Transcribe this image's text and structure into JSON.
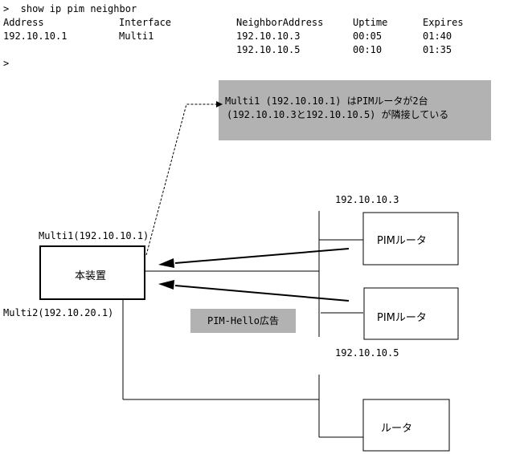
{
  "terminal": {
    "command_line": ">  show ip pim neighbor",
    "headers": [
      "Address",
      "Interface",
      "NeighborAddress",
      "Uptime",
      "Expires"
    ],
    "rows": [
      [
        "192.10.10.1",
        "Multi1",
        "192.10.10.3",
        "00:05",
        "01:40"
      ],
      [
        "",
        "",
        "192.10.10.5",
        "00:10",
        "01:35"
      ]
    ],
    "prompt": ">"
  },
  "callout": {
    "line1": "Multi1 (192.10.10.1) はPIMルータが2台",
    "line2": "(192.10.10.3と192.10.10.5) が隣接している"
  },
  "diagram": {
    "device": {
      "label": "本装置",
      "interface1": "Multi1(192.10.10.1)",
      "interface2": "Multi2(192.10.20.1)"
    },
    "pim_router_1": {
      "label": "PIMルータ",
      "address": "192.10.10.3"
    },
    "pim_router_2": {
      "label": "PIMルータ",
      "address": "192.10.10.5"
    },
    "router_3": {
      "label": "ルータ"
    },
    "hello_label": "PIM-Hello広告"
  }
}
